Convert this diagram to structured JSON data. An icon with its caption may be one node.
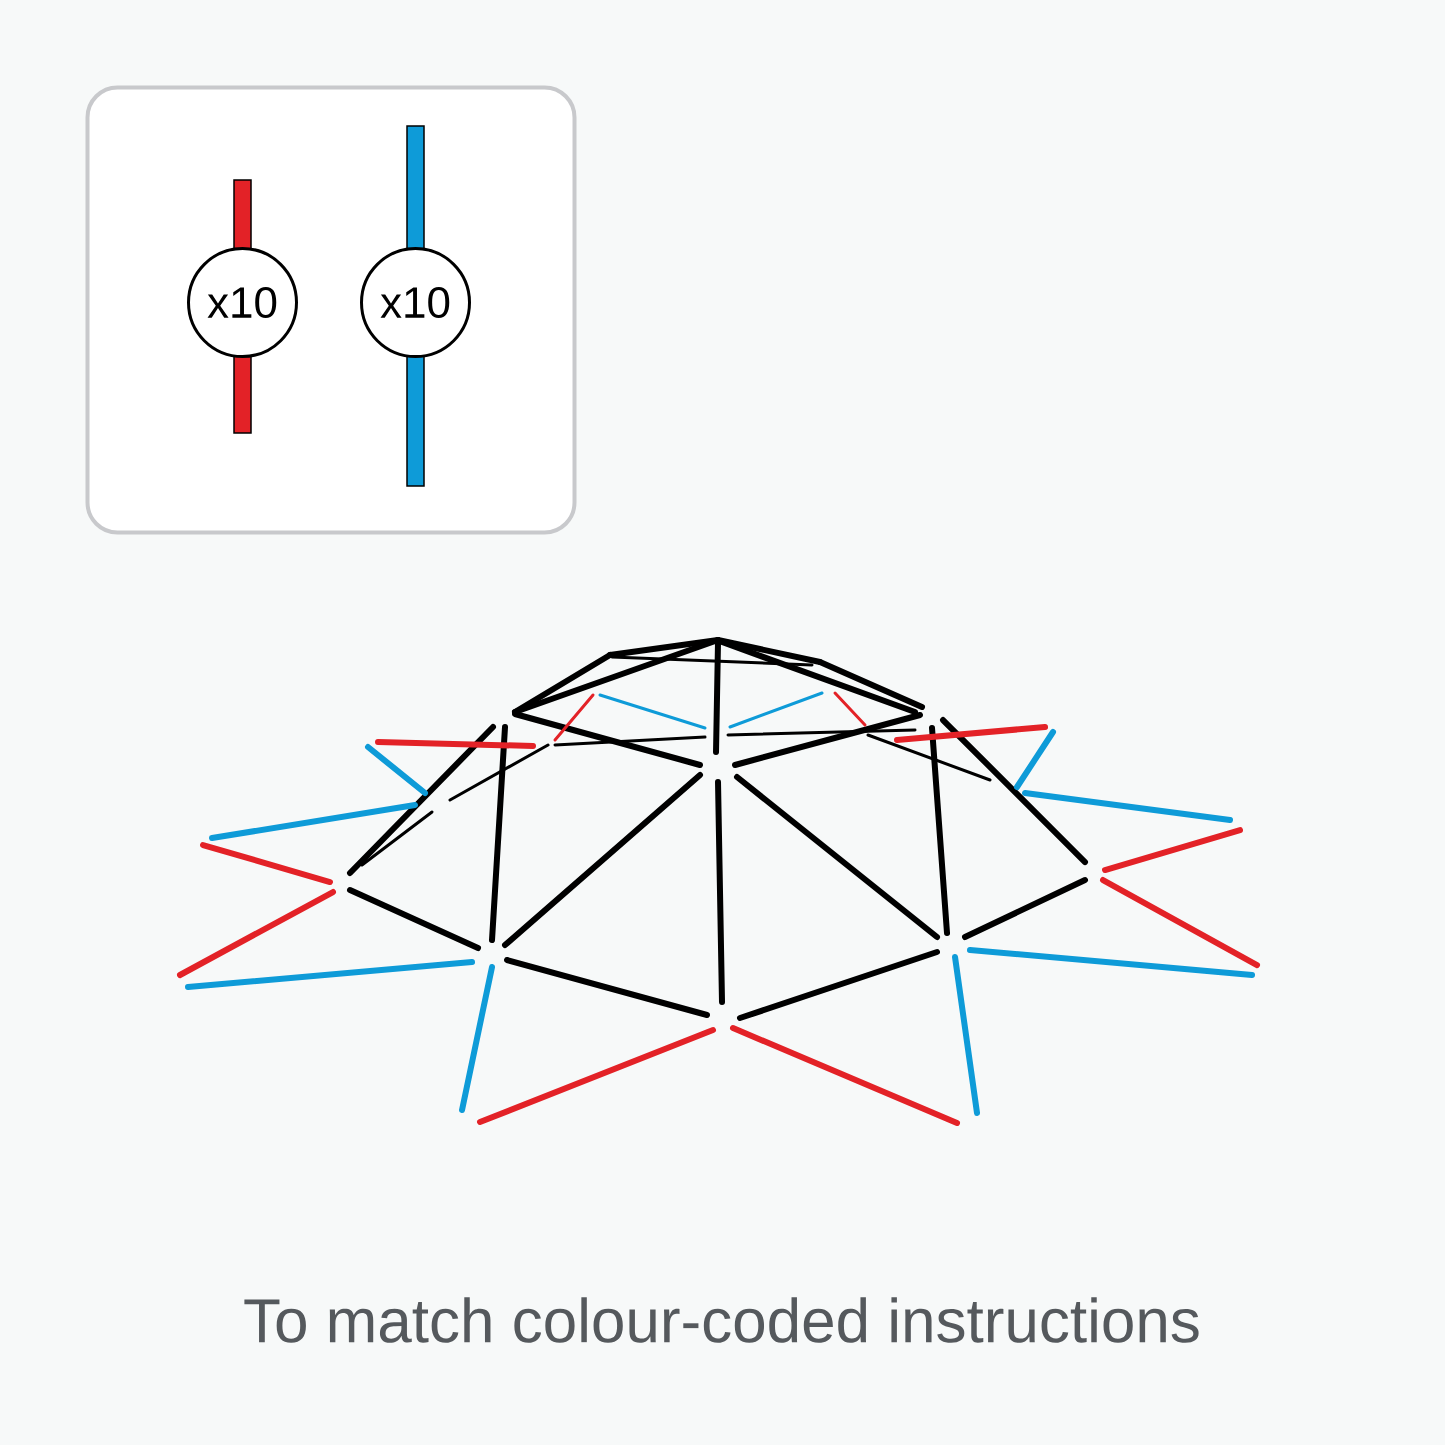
{
  "diagram": {
    "caption": "To match colour-coded instructions",
    "nodes": [
      {
        "text": [],
        "shape": "box"
      },
      {
        "text": [
          "x10"
        ],
        "in": 0
      },
      {
        "text": [
          "x10"
        ],
        "in": 0
      }
    ]
  }
}
